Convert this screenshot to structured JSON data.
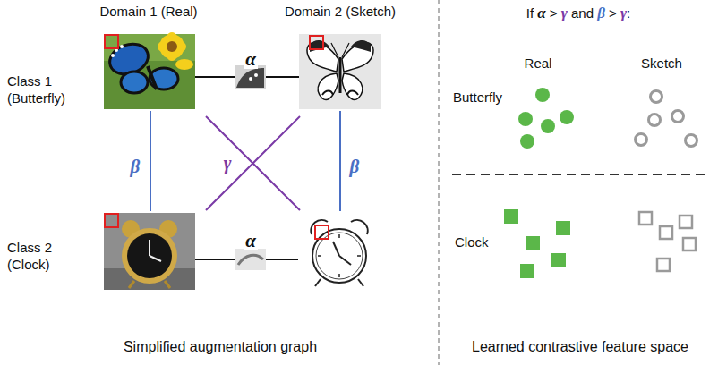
{
  "diagram": {
    "labels": [
      "Domain 1 (Real)",
      "Domain 2 (Sketch)",
      "If α > γ and β > γ:",
      "Class 1 (Butterfly)",
      "α",
      "Real",
      "Sketch",
      "Butterfly",
      "β",
      "γ",
      "β",
      "Class 2 (Clock)",
      "α",
      "Clock",
      "Simplified augmentation graph",
      "Learned contrastive feature space"
    ]
  }
}
